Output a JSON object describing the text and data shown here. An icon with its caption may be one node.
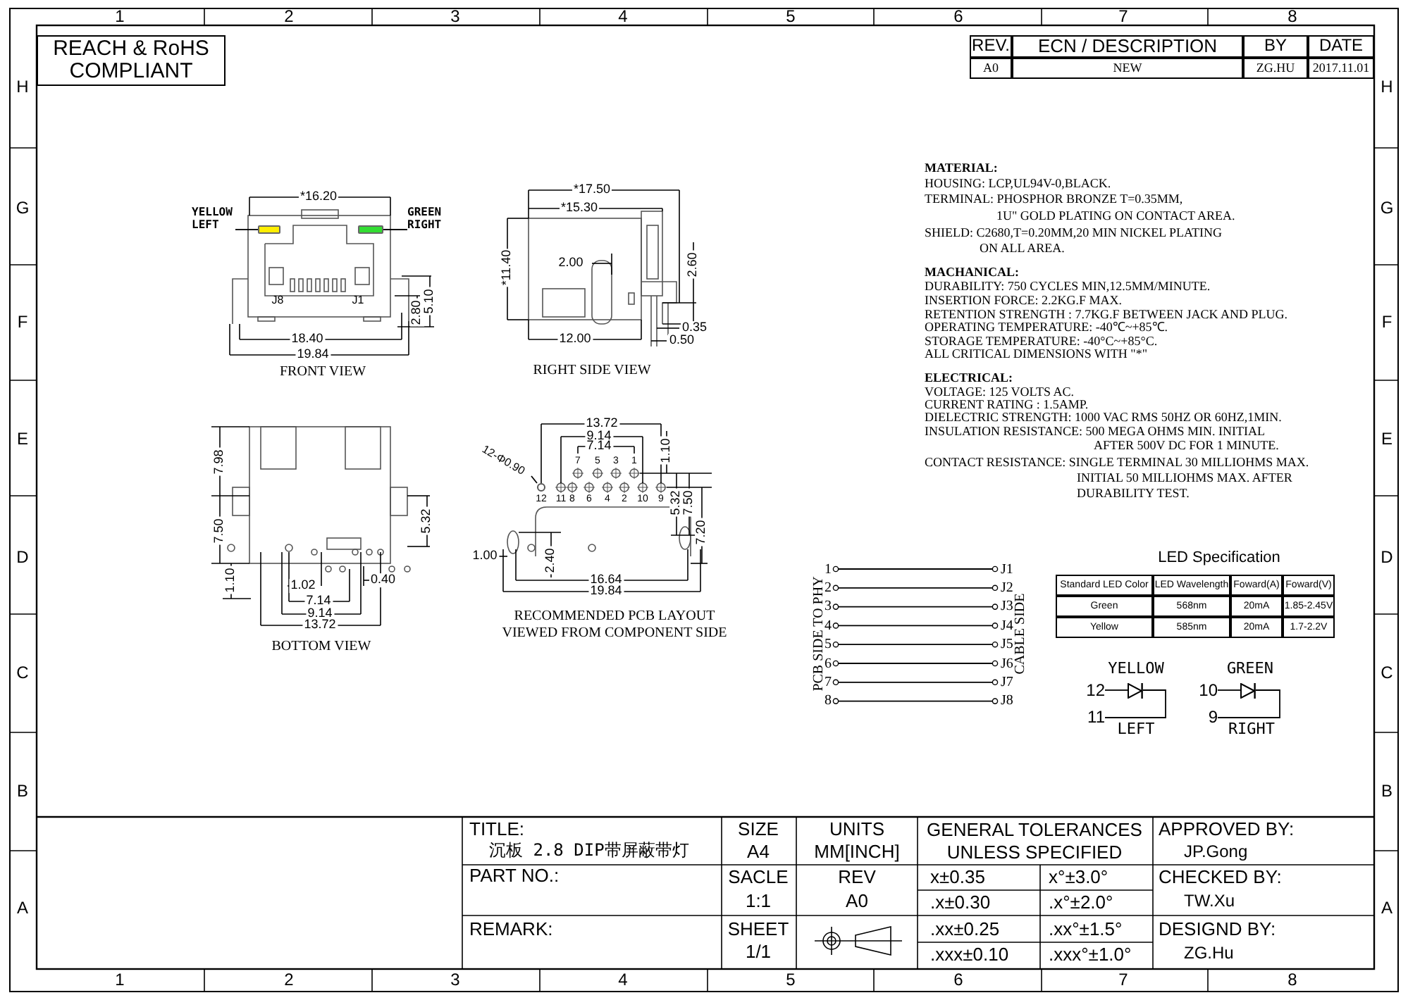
{
  "diagram": {
    "nodes": [
      {
        "text": [
          "REACH & RoHS COMPLIANT"
        ]
      },
      {
        "text": [
          "YELLOW LEFT"
        ]
      },
      {
        "text": [],
        "shape": "box"
      },
      {
        "text": [
          "GREEN RIGHT"
        ]
      },
      {
        "text": [],
        "shape": "box"
      },
      {
        "text": [
          "12-Φ0.90"
        ]
      },
      {
        "text": [
          "1"
        ]
      },
      {
        "text": [
          "2"
        ]
      },
      {
        "text": [
          "3"
        ]
      },
      {
        "text": [
          "4"
        ]
      },
      {
        "text": [
          "5"
        ]
      },
      {
        "text": [
          "6"
        ]
      },
      {
        "text": [
          "7"
        ]
      },
      {
        "text": [
          "8"
        ]
      },
      {
        "text": [
          "J1"
        ]
      },
      {
        "text": [
          "J2"
        ]
      },
      {
        "text": [
          "J3"
        ]
      },
      {
        "text": [
          "J4"
        ]
      },
      {
        "text": [
          "J5"
        ]
      },
      {
        "text": [
          "J6"
        ]
      },
      {
        "text": [
          "J7"
        ]
      },
      {
        "text": [
          "J8"
        ]
      },
      {
        "text": [
          "12"
        ]
      },
      {
        "text": [
          "11"
        ]
      },
      {
        "text": [
          "10"
        ]
      },
      {
        "text": [
          "9"
        ]
      },
      {
        "text": [],
        "shape": "circle"
      },
      {
        "text": [],
        "shape": "diode"
      },
      {
        "text": [],
        "shape": "diode"
      }
    ],
    "edges": [
      {
        "from": 1,
        "to": 2,
        "arrow": "none"
      },
      {
        "from": 3,
        "to": 4,
        "arrow": "none"
      },
      {
        "from": 5,
        "to": 26,
        "arrow": "none"
      },
      {
        "from": 6,
        "to": 14,
        "arrow": "other"
      },
      {
        "from": 7,
        "to": 15,
        "arrow": "other"
      },
      {
        "from": 8,
        "to": 16,
        "arrow": "other"
      },
      {
        "from": 9,
        "to": 17,
        "arrow": "other"
      },
      {
        "from": 10,
        "to": 18,
        "arrow": "other"
      },
      {
        "from": 11,
        "to": 19,
        "arrow": "other"
      },
      {
        "from": 12,
        "to": 20,
        "arrow": "other"
      },
      {
        "from": 13,
        "to": 21,
        "arrow": "other"
      },
      {
        "from": 22,
        "to": 27,
        "arrow": "none"
      },
      {
        "from": 27,
        "to": 23,
        "arrow": "none"
      },
      {
        "from": 24,
        "to": 28,
        "arrow": "none"
      },
      {
        "from": 28,
        "to": 25,
        "arrow": "none"
      }
    ],
    "labels": [
      "1",
      "2",
      "3",
      "4",
      "5",
      "6",
      "7",
      "8",
      "H",
      "G",
      "F",
      "E",
      "D",
      "C",
      "B",
      "A",
      "H",
      "G",
      "F",
      "E",
      "D",
      "C",
      "B",
      "A",
      "1",
      "2",
      "3",
      "4",
      "5",
      "6",
      "7",
      "8",
      "REV.",
      "ECN / DESCRIPTION",
      "BY",
      "DATE",
      "A0",
      "NEW",
      "ZG.HU",
      "2017.11.01",
      "*16.20",
      "J8",
      "J1",
      "18.40",
      "19.84",
      "2.80",
      "5.10",
      "FRONT VIEW",
      "*17.50",
      "*15.30",
      "*11.40",
      "2.00",
      "2.60",
      "12.00",
      "0.35",
      "0.50",
      "RIGHT SIDE VIEW",
      "7.98",
      "7.50",
      "5.32",
      "1.10",
      "1.02",
      "0.40",
      "7.14",
      "9.14",
      "13.72",
      "BOTTOM VIEW",
      "13.72",
      "9.14",
      "7.14",
      "1.10",
      "7",
      "5",
      "3",
      "1",
      "12",
      "11",
      "8",
      "6",
      "4",
      "2",
      "10",
      "9",
      "5.32",
      "7.50",
      "7.20",
      "1.00",
      "2.40",
      "16.64",
      "19.84",
      "RECOMMENDED PCB LAYOUT VIEWED FROM COMPONENT SIDE",
      "MATERIAL:",
      "HOUSING: LCP,UL94V-0,BLACK.",
      "TERMINAL: PHOSPHOR BRONZE T=0.35MM,",
      "1U\" GOLD PLATING ON CONTACT AREA.",
      "SHIELD: C2680,T=0.20MM,20 MIN NICKEL PLATING",
      "ON ALL AREA.",
      "MACHANICAL:",
      "DURABILITY: 750 CYCLES MIN,12.5MM/MINUTE.",
      "INSERTION FORCE: 2.2KG.F MAX.",
      "RETENTION STRENGTH : 7.7KG.F BETWEEN JACK AND PLUG.",
      "OPERATING TEMPERATURE: -40℃~+85℃.",
      "STORAGE TEMPERATURE: -40°C~+85°C.",
      "ALL CRITICAL DIMENSIONS WITH \"*\"",
      "ELECTRICAL:",
      "VOLTAGE: 125 VOLTS AC.",
      "CURRENT RATING : 1.5AMP.",
      "DIELECTRIC STRENGTH: 1000 VAC RMS 50HZ OR 60HZ,1MIN.",
      "INSULATION RESISTANCE: 500 MEGA OHMS MIN. INITIAL",
      "AFTER 500V DC FOR 1 MINUTE.",
      "CONTACT RESISTANCE: SINGLE TERMINAL 30 MILLIOHMS MAX.",
      "INITIAL 50 MILLIOHMS MAX. AFTER",
      "DURABILITY TEST.",
      "PCB SIDE TO PHY",
      "CABLE SIDE",
      "LED Specification",
      "Standard LED Color",
      "LED Wavelength",
      "Foward(A)",
      "Foward(V)",
      "Green",
      "568nm",
      "20mA",
      "1.85-2.45V",
      "Yellow",
      "585nm",
      "20mA",
      "1.7-2.2V",
      "YELLOW",
      "LEFT",
      "GREEN",
      "RIGHT",
      "TITLE:",
      "沉板 2.8 DIP带屏蔽带灯",
      "PART NO.:",
      "REMARK:",
      "SIZE",
      "A4",
      "UNITS",
      "MM[INCH]",
      "GENERAL TOLERANCES UNLESS SPECIFIED",
      "APPROVED BY:",
      "JP.Gong",
      "SACLE",
      "1:1",
      "REV",
      "A0",
      "x±0.35",
      "x°±3.0°",
      "CHECKED BY:",
      ".x±0.30",
      ".x°±2.0°",
      "TW.Xu",
      "SHEET",
      "1/1",
      ".xx±0.25",
      ".xx°±1.5°",
      "DESIGND BY:",
      ".xxx±0.10",
      ".xxx°±1.0°",
      "ZG.Hu"
    ]
  }
}
